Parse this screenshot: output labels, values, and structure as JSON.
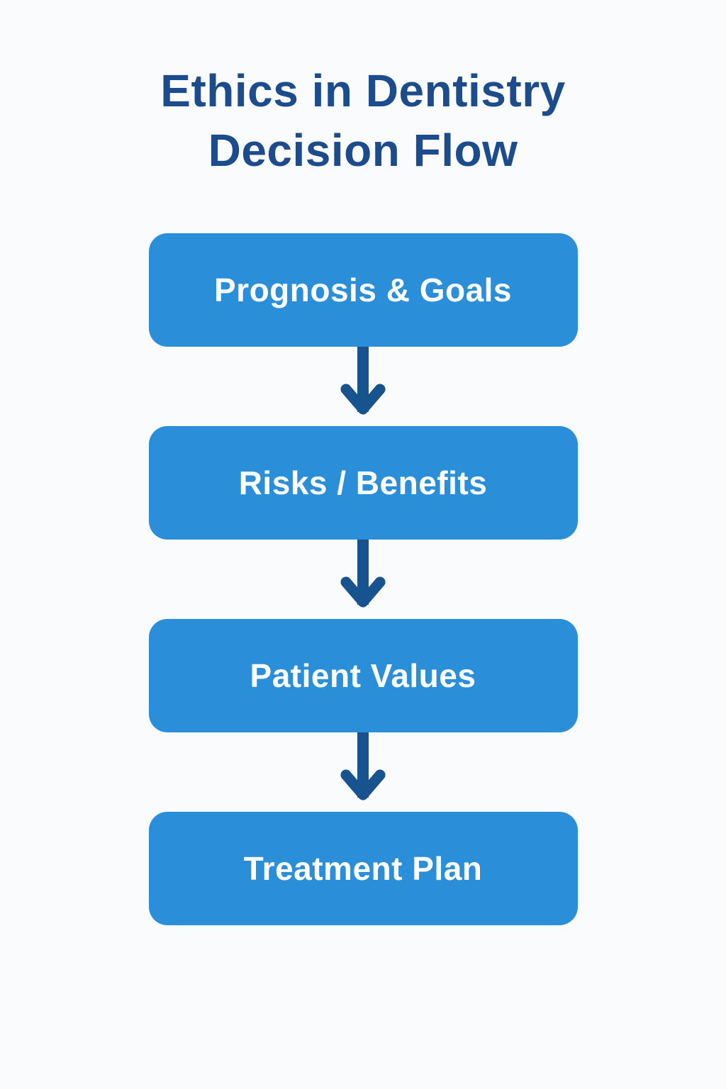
{
  "page": {
    "background_color": "#fafbfc"
  },
  "title": {
    "text": "Ethics in Dentistry Decision Flow",
    "color": "#1c4c8c"
  },
  "flow": {
    "box_color": "#2b8ed8",
    "box_text_color": "#ffffff",
    "arrow_color": "#17538e",
    "steps": [
      {
        "label": "Prognosis & Goals"
      },
      {
        "label": "Risks / Benefits"
      },
      {
        "label": "Patient Values"
      },
      {
        "label": "Treatment Plan"
      }
    ]
  }
}
